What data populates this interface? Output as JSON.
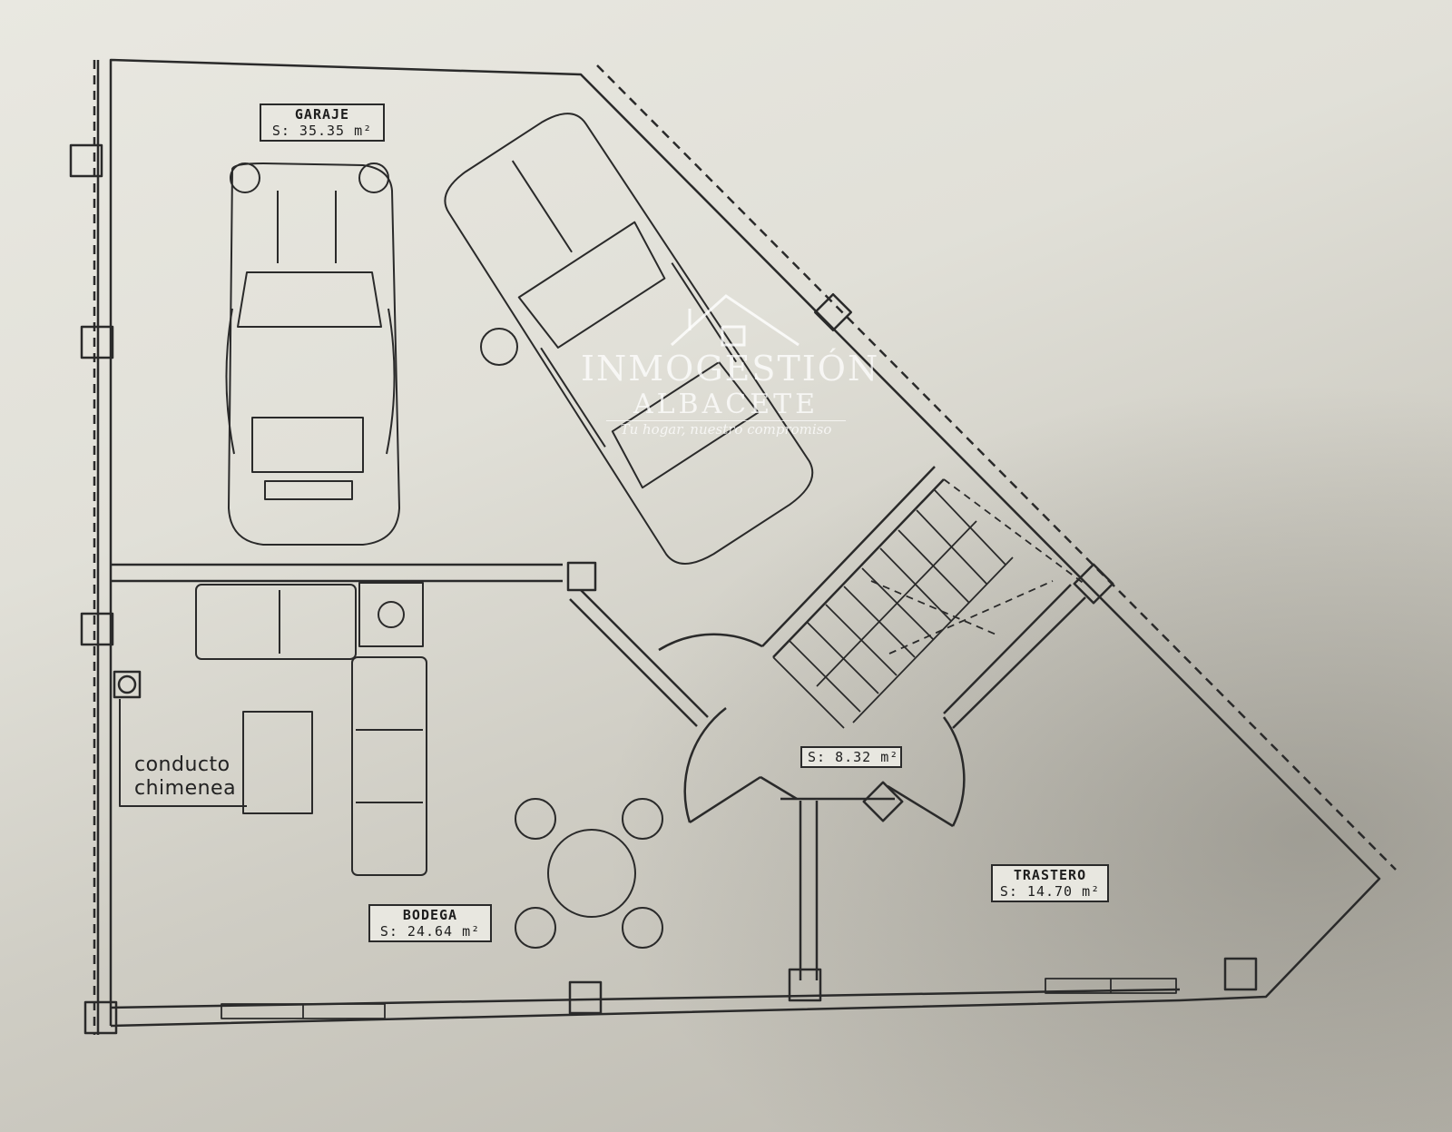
{
  "rooms": {
    "garaje": {
      "name": "GARAJE",
      "area": "S: 35.35 m²"
    },
    "bodega": {
      "name": "BODEGA",
      "area": "S: 24.64 m²"
    },
    "trastero": {
      "name": "TRASTERO",
      "area": "S: 14.70 m²"
    },
    "hall": {
      "area": "S: 8.32 m²"
    }
  },
  "notes": {
    "conducto_line1": "conducto",
    "conducto_line2": "chimenea"
  },
  "watermark": {
    "name": "INMOGESTIÓN",
    "city": "ALBACETE",
    "tagline": "Tu hogar, nuestro compromiso"
  },
  "colors": {
    "paper": "#e6e5de",
    "line": "#2a2a2a",
    "watermark": "#ffffff"
  }
}
